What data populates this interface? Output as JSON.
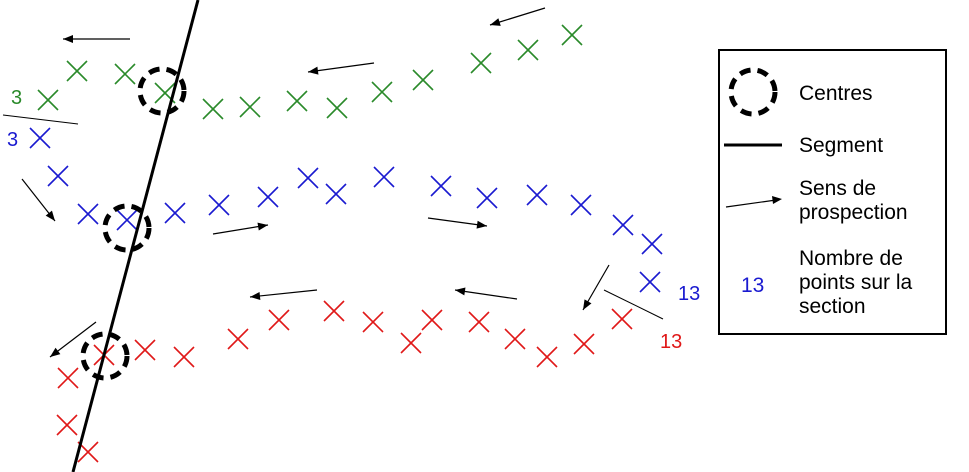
{
  "colors": {
    "green": "#2a8a2a",
    "blue": "#1a1ad0",
    "red": "#e01818",
    "black": "#000000"
  },
  "labels": {
    "green_start": "3",
    "blue_start": "3",
    "blue_end": "13",
    "red_end": "13"
  },
  "legend": {
    "centres": "Centres",
    "segment": "Segment",
    "sens": "Sens de prospection",
    "nombre_sample": "13",
    "nombre": "Nombre de points sur la section"
  }
}
